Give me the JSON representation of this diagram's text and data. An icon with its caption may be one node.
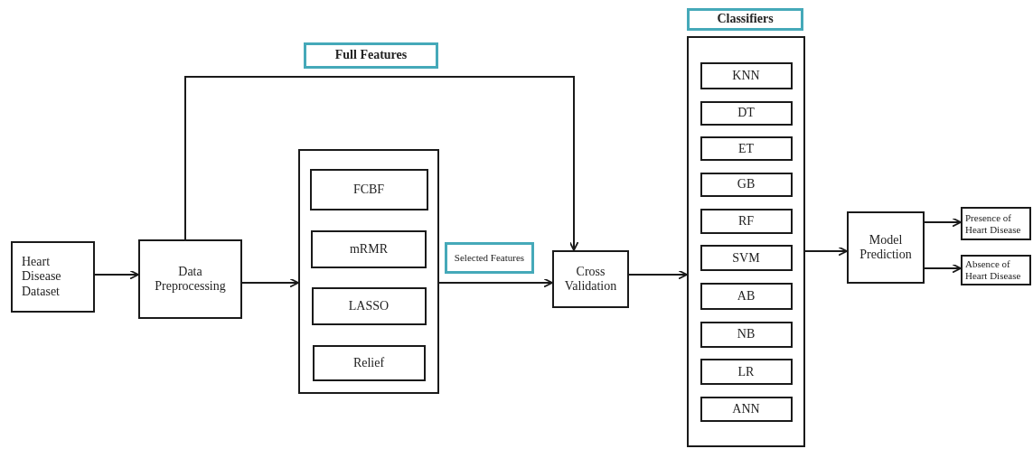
{
  "diagram": {
    "nodes": [
      {
        "text": [
          "Heart Disease Dataset"
        ]
      },
      {
        "text": [
          "Data Preprocessing"
        ]
      },
      {
        "text": [
          "Full Features"
        ]
      },
      {
        "text": [],
        "shape": "box"
      },
      {
        "text": [
          "FCBF"
        ],
        "in": 3
      },
      {
        "text": [
          "mRMR"
        ],
        "in": 3
      },
      {
        "text": [
          "LASSO"
        ],
        "in": 3
      },
      {
        "text": [
          "Relief"
        ],
        "in": 3
      },
      {
        "text": [
          "Selected Features"
        ]
      },
      {
        "text": [
          "Cross Validation"
        ]
      },
      {
        "text": [
          "Classifiers"
        ]
      },
      {
        "text": [],
        "shape": "box"
      },
      {
        "text": [
          "KNN"
        ],
        "in": 11
      },
      {
        "text": [
          "DT"
        ],
        "in": 11
      },
      {
        "text": [
          "ET"
        ],
        "in": 11
      },
      {
        "text": [
          "GB"
        ],
        "in": 11
      },
      {
        "text": [
          "RF"
        ],
        "in": 11
      },
      {
        "text": [
          "SVM"
        ],
        "in": 11
      },
      {
        "text": [
          "AB"
        ],
        "in": 11
      },
      {
        "text": [
          "NB"
        ],
        "in": 11
      },
      {
        "text": [
          "LR"
        ],
        "in": 11
      },
      {
        "text": [
          "ANN"
        ],
        "in": 11
      },
      {
        "text": [
          "Model Prediction"
        ]
      },
      {
        "text": [
          "Presence of Heart Disease"
        ]
      },
      {
        "text": [
          "Absence of Heart Disease"
        ]
      }
    ],
    "edges": [
      {
        "from": 0,
        "to": 1,
        "arrow": "to"
      },
      {
        "from": 1,
        "to": 3,
        "arrow": "to"
      },
      {
        "from": 1,
        "to": 9,
        "arrow": "to"
      },
      {
        "from": 3,
        "to": 9,
        "arrow": "to"
      },
      {
        "from": 9,
        "to": 11,
        "arrow": "to"
      },
      {
        "from": 11,
        "to": 22,
        "arrow": "to"
      },
      {
        "from": 22,
        "to": 23,
        "arrow": "to"
      },
      {
        "from": 22,
        "to": 24,
        "arrow": "to"
      }
    ]
  }
}
